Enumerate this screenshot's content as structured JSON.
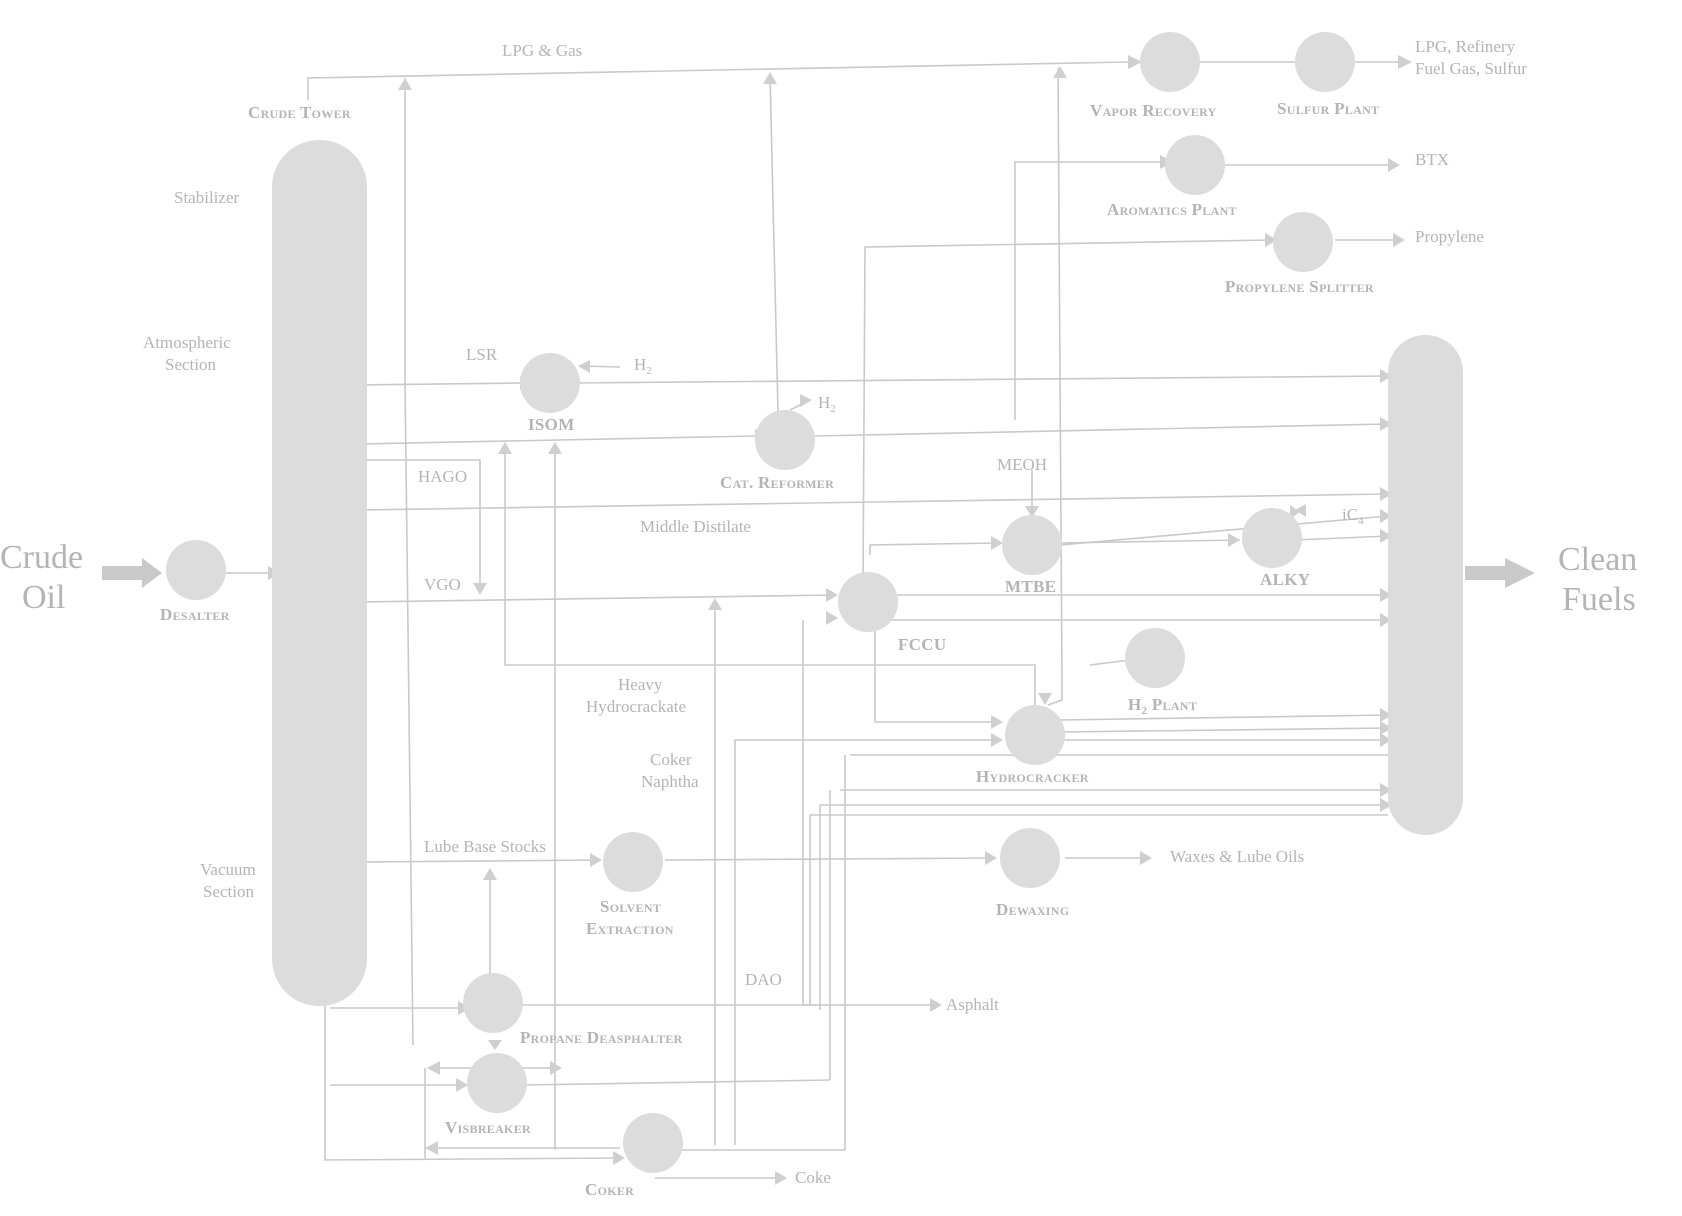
{
  "labels": {
    "crude_oil_1": "Crude",
    "crude_oil_2": "Oil",
    "clean_fuels_1": "Clean",
    "clean_fuels_2": "Fuels",
    "lpg_gas": "LPG & Gas",
    "crude_tower": "Crude Tower",
    "stabilizer": "Stabilizer",
    "atmospheric_1": "Atmospheric",
    "atmospheric_2": "Section",
    "vacuum_1": "Vacuum",
    "vacuum_2": "Section",
    "desalter": "Desalter",
    "lsr": "LSR",
    "h2_isom": "H",
    "isom": "ISOM",
    "h2_reformer": "H",
    "cat_reformer": "Cat. Reformer",
    "hago": "HAGO",
    "vgo": "VGO",
    "middle_distillate": "Middle Distilate",
    "meoh": "MEOH",
    "mtbe": "MTBE",
    "alky": "ALKY",
    "ic4": "iC",
    "fccu": "FCCU",
    "h2_plant": "H",
    "h2_plant_suffix": " Plant",
    "heavy_hydro_1": "Heavy",
    "heavy_hydro_2": "Hydrocrackate",
    "coker_naphtha_1": "Coker",
    "coker_naphtha_2": "Naphtha",
    "hydrocracker": "Hydrocracker",
    "lube_base_stocks": "Lube Base Stocks",
    "solvent_1": "Solvent",
    "solvent_2": "Extraction",
    "dewaxing": "Dewaxing",
    "waxes": "Waxes & Lube Oils",
    "dao": "DAO",
    "asphalt": "Asphalt",
    "propane_deasphalter": "Propane Deasphalter",
    "visbreaker": "Visbreaker",
    "coker": "Coker",
    "coke": "Coke",
    "vapor_recovery": "Vapor Recovery",
    "sulfur_plant": "Sulfur Plant",
    "lpg_out_1": "LPG, Refinery",
    "lpg_out_2": "Fuel Gas, Sulfur",
    "aromatics_plant": "Aromatics Plant",
    "btx": "BTX",
    "propylene_splitter": "Propylene Splitter",
    "propylene": "Propylene",
    "sub_2": "2",
    "sub_4": "4"
  },
  "colors": {
    "line": "#c9c9c9",
    "node_fill": "#dcdcdc",
    "text": "#b4b4b4",
    "background": "#ffffff"
  }
}
